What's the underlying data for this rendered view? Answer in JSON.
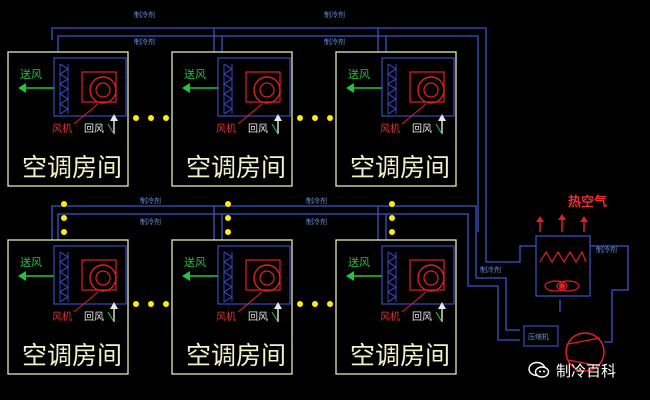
{
  "rooms": [
    {
      "label": "空调房间",
      "send": "送风",
      "fan": "风机",
      "return": "回风"
    },
    {
      "label": "空调房间",
      "send": "送风",
      "fan": "风机",
      "return": "回风"
    },
    {
      "label": "空调房间",
      "send": "送风",
      "fan": "风机",
      "return": "回风"
    },
    {
      "label": "空调房间",
      "send": "送风",
      "fan": "风机",
      "return": "回风"
    },
    {
      "label": "空调房间",
      "send": "送风",
      "fan": "风机",
      "return": "回风"
    },
    {
      "label": "空调房间",
      "send": "送风",
      "fan": "风机",
      "return": "回风"
    }
  ],
  "pipes": {
    "top_outer_label": "制冷剂",
    "top_inner_label": "制冷剂",
    "middle_outer_label": "制冷剂",
    "middle_inner_label": "制冷剂",
    "right_label_a": "制冷剂",
    "right_label_b": "制冷剂",
    "compressor_label": "压缩机"
  },
  "outdoor": {
    "hot_air_label": "热空气"
  },
  "watermark": {
    "text": "制冷百科"
  },
  "colors": {
    "room_border": "#e8e6b0",
    "pipe": "#3a55c8",
    "coil": "#3344bb",
    "fan": "#e02020",
    "send_arrow": "#22c53a",
    "dots": "#ffee00",
    "return_arrow": "#e8e8e8"
  }
}
